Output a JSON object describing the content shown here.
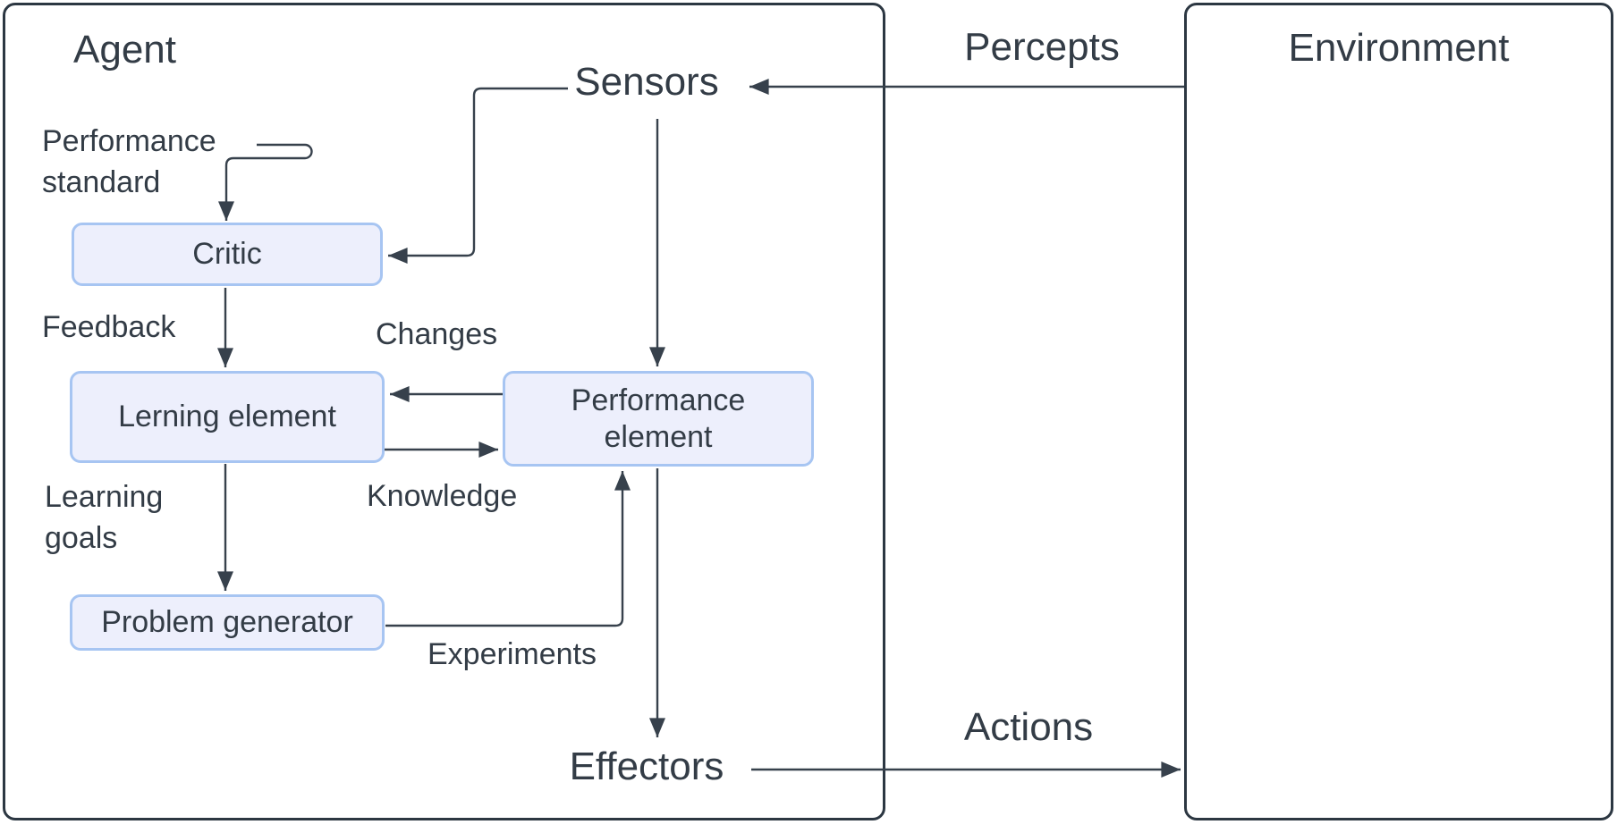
{
  "diagram": {
    "agent": {
      "title": "Agent"
    },
    "environment": {
      "title": "Environment"
    },
    "nodes": {
      "critic": "Critic",
      "learning_element": "Lerning element",
      "performance_element": "Performance\nelement",
      "problem_generator": "Problem generator"
    },
    "ports": {
      "sensors": "Sensors",
      "effectors": "Effectors"
    },
    "edge_labels": {
      "percepts": "Percepts",
      "actions": "Actions",
      "performance_standard": "Performance\nstandard",
      "feedback": "Feedback",
      "changes": "Changes",
      "knowledge": "Knowledge",
      "learning_goals": "Learning\ngoals",
      "experiments": "Experiments"
    },
    "colors": {
      "bg": "#ffffff",
      "frame-color": "#2c3742",
      "line-color": "#37414c",
      "node-fill": "#edeffc",
      "node-border": "#a7c5f2",
      "text-color": "#333c46"
    }
  }
}
